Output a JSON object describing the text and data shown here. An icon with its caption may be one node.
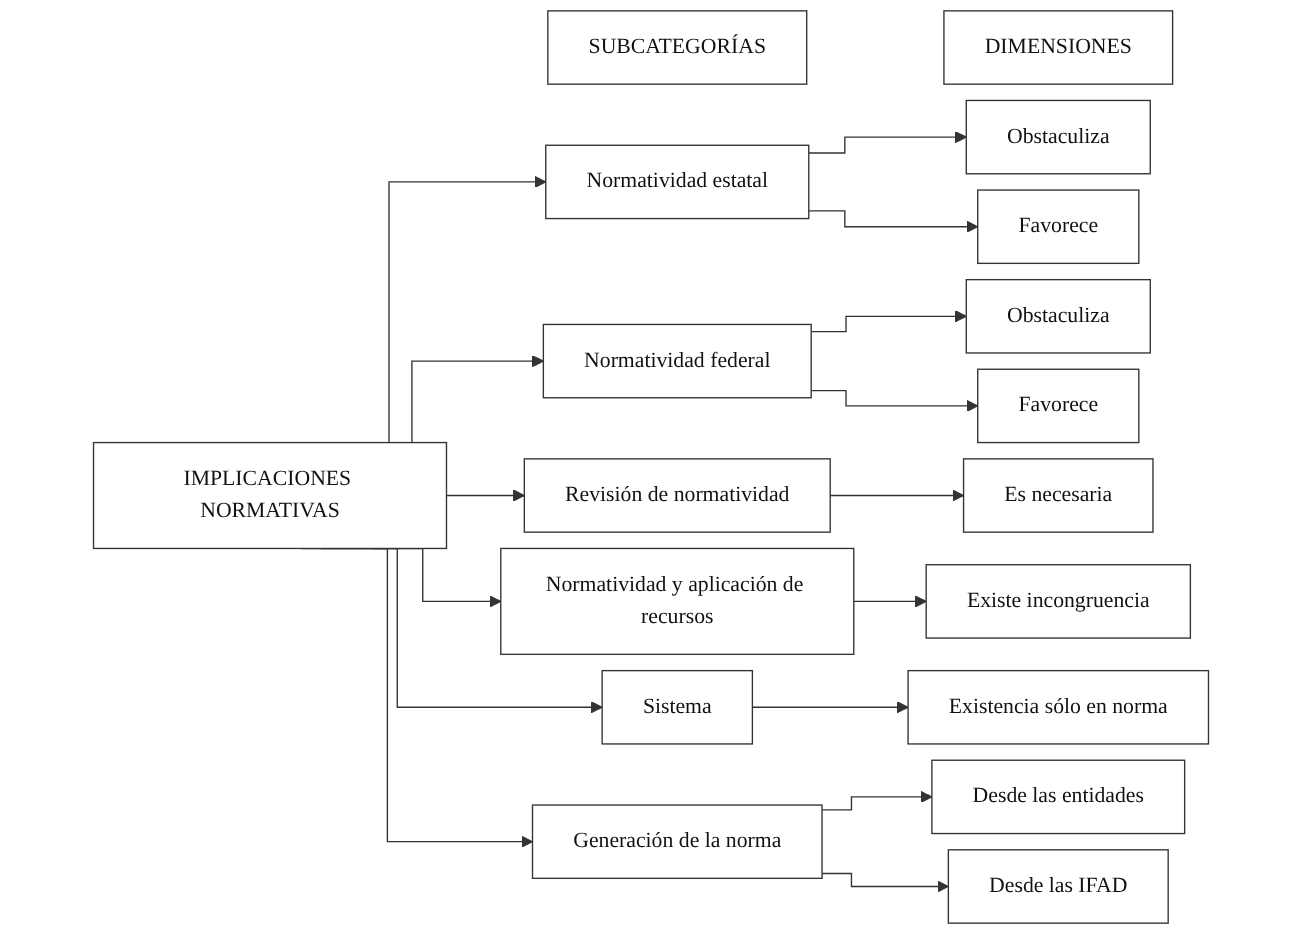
{
  "diagram": {
    "nodes": [
      {
        "text": [
          "SUBCATEGORÍAS"
        ]
      },
      {
        "text": [
          "DIMENSIONES"
        ]
      },
      {
        "text": [
          "IMPLICACIONES NORMATIVAS"
        ]
      },
      {
        "text": [
          "Normatividad estatal"
        ]
      },
      {
        "text": [
          "Obstaculiza"
        ]
      },
      {
        "text": [
          "Favorece"
        ]
      },
      {
        "text": [
          "Normatividad federal"
        ]
      },
      {
        "text": [
          "Obstaculiza"
        ]
      },
      {
        "text": [
          "Favorece"
        ]
      },
      {
        "text": [
          "Revisión de normatividad"
        ]
      },
      {
        "text": [
          "Es necesaria"
        ]
      },
      {
        "text": [
          "Normatividad y aplicación de recursos"
        ]
      },
      {
        "text": [
          "Existe incongruencia"
        ]
      },
      {
        "text": [
          "Sistema"
        ]
      },
      {
        "text": [
          "Existencia sólo en norma"
        ]
      },
      {
        "text": [
          "Generación de la norma"
        ]
      },
      {
        "text": [
          "Desde las entidades"
        ]
      },
      {
        "text": [
          "Desde las IFAD"
        ]
      }
    ],
    "edges": [
      {
        "from": 2,
        "to": 3,
        "arrow": "to"
      },
      {
        "from": 2,
        "to": 6,
        "arrow": "to"
      },
      {
        "from": 2,
        "to": 9,
        "arrow": "to"
      },
      {
        "from": 2,
        "to": 11,
        "arrow": "to"
      },
      {
        "from": 2,
        "to": 13,
        "arrow": "to"
      },
      {
        "from": 2,
        "to": 15,
        "arrow": "to"
      },
      {
        "from": 3,
        "to": 4,
        "arrow": "to"
      },
      {
        "from": 3,
        "to": 5,
        "arrow": "to"
      },
      {
        "from": 6,
        "to": 7,
        "arrow": "to"
      },
      {
        "from": 6,
        "to": 8,
        "arrow": "to"
      },
      {
        "from": 9,
        "to": 10,
        "arrow": "to"
      },
      {
        "from": 11,
        "to": 12,
        "arrow": "to"
      },
      {
        "from": 13,
        "to": 14,
        "arrow": "to"
      },
      {
        "from": 15,
        "to": 16,
        "arrow": "to"
      },
      {
        "from": 15,
        "to": 17,
        "arrow": "to"
      }
    ]
  }
}
